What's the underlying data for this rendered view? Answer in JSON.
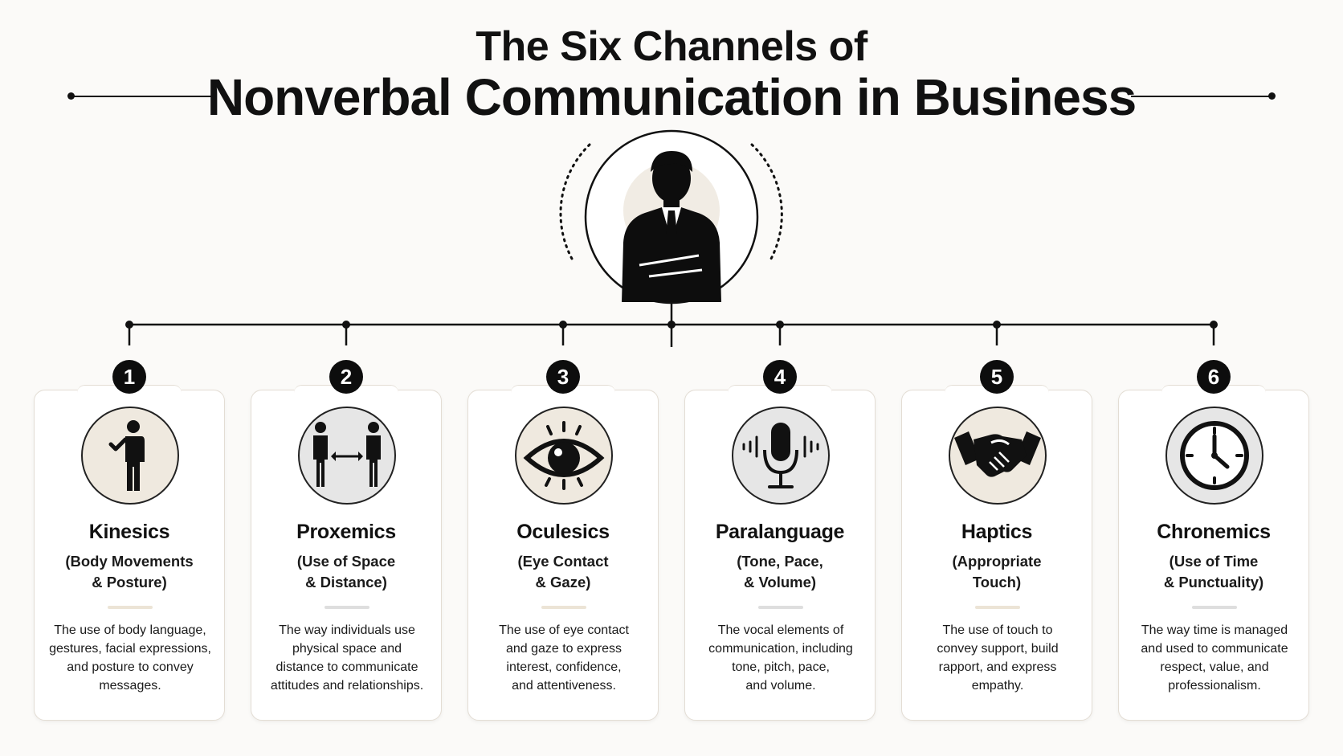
{
  "title": {
    "line1": "The Six Channels of",
    "line2": "Nonverbal Communication in Business"
  },
  "colors": {
    "ink": "#111111",
    "card_border": "#e3ddd4",
    "beige": "#efe9df",
    "gray": "#e6e6e6"
  },
  "central_icon": "businessman-arms-crossed-icon",
  "channels": [
    {
      "number": "1",
      "title": "Kinesics",
      "subtitle": [
        "(Body Movements",
        "& Posture)"
      ],
      "description": [
        "The use of body language,",
        "gestures, facial expressions,",
        "and posture to convey",
        "messages."
      ],
      "icon": "person-gesturing-icon",
      "accent": "beige"
    },
    {
      "number": "2",
      "title": "Proxemics",
      "subtitle": [
        "(Use of Space",
        "& Distance)"
      ],
      "description": [
        "The way individuals use",
        "physical space and",
        "distance to communicate",
        "attitudes and relationships."
      ],
      "icon": "two-people-distance-icon",
      "accent": "gray"
    },
    {
      "number": "3",
      "title": "Oculesics",
      "subtitle": [
        "(Eye Contact",
        "& Gaze)"
      ],
      "description": [
        "The use of eye contact",
        "and gaze to express",
        "interest, confidence,",
        "and attentiveness."
      ],
      "icon": "eye-icon",
      "accent": "beige"
    },
    {
      "number": "4",
      "title": "Paralanguage",
      "subtitle": [
        "(Tone, Pace,",
        "& Volume)"
      ],
      "description": [
        "The vocal elements of",
        "communication, including",
        "tone, pitch, pace,",
        "and volume."
      ],
      "icon": "microphone-icon",
      "accent": "gray"
    },
    {
      "number": "5",
      "title": "Haptics",
      "subtitle": [
        "(Appropriate",
        "Touch)"
      ],
      "description": [
        "The use of touch to",
        "convey support, build",
        "rapport, and express",
        "empathy."
      ],
      "icon": "handshake-icon",
      "accent": "beige"
    },
    {
      "number": "6",
      "title": "Chronemics",
      "subtitle": [
        "(Use of Time",
        "& Punctuality)"
      ],
      "description": [
        "The way time is managed",
        "and used to communicate",
        "respect, value, and",
        "professionalism."
      ],
      "icon": "clock-icon",
      "accent": "gray"
    }
  ]
}
